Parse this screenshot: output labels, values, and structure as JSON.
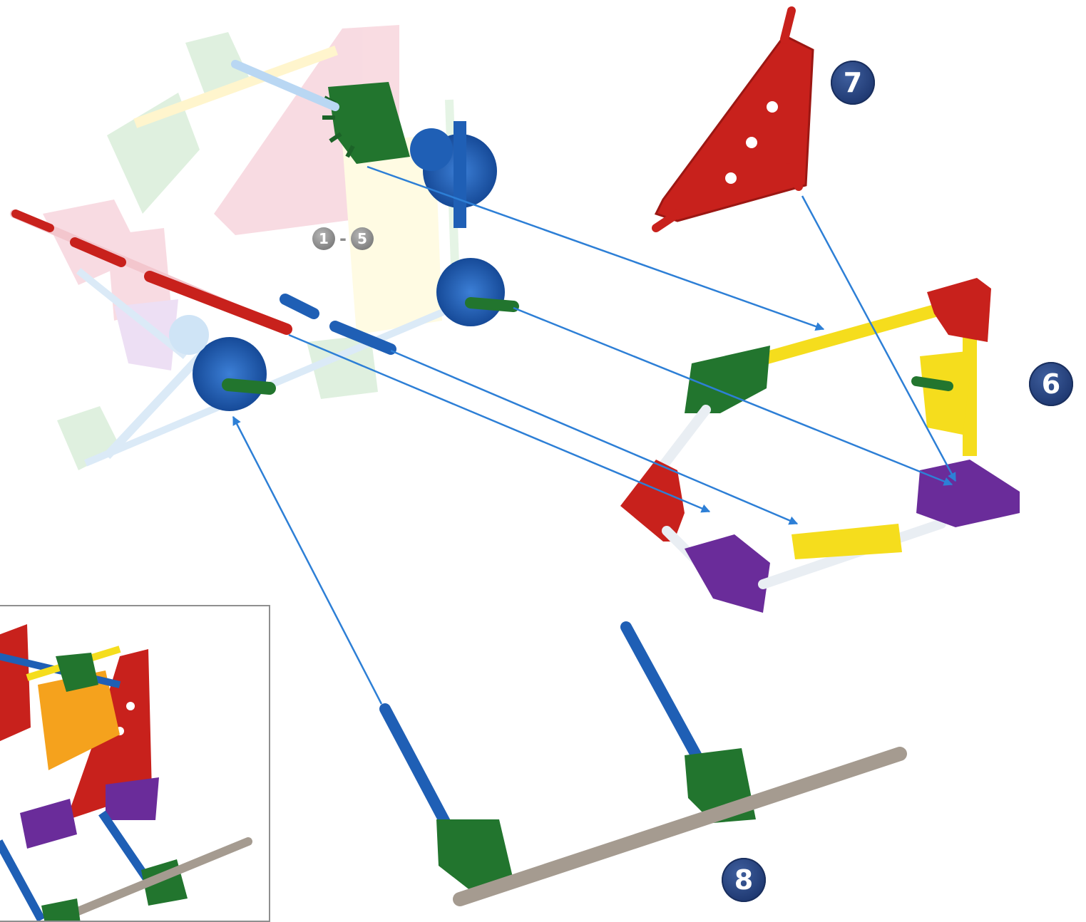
{
  "steps": {
    "step7": "7",
    "step6": "6",
    "step8": "8",
    "previous_start": "1",
    "previous_separator": "-",
    "previous_end": "5"
  },
  "colors": {
    "arrow": "#2d7fd6",
    "red": "#c8211c",
    "green": "#22752e",
    "blue": "#1f5fb5",
    "yellow": "#f5dd1d",
    "purple": "#6a2c9a",
    "grey_rod": "#a59b90",
    "badge": "#203a73",
    "ghost_red": "#f7d3dc",
    "ghost_green": "#d9ecd8",
    "ghost_blue": "#d8e8f7"
  }
}
